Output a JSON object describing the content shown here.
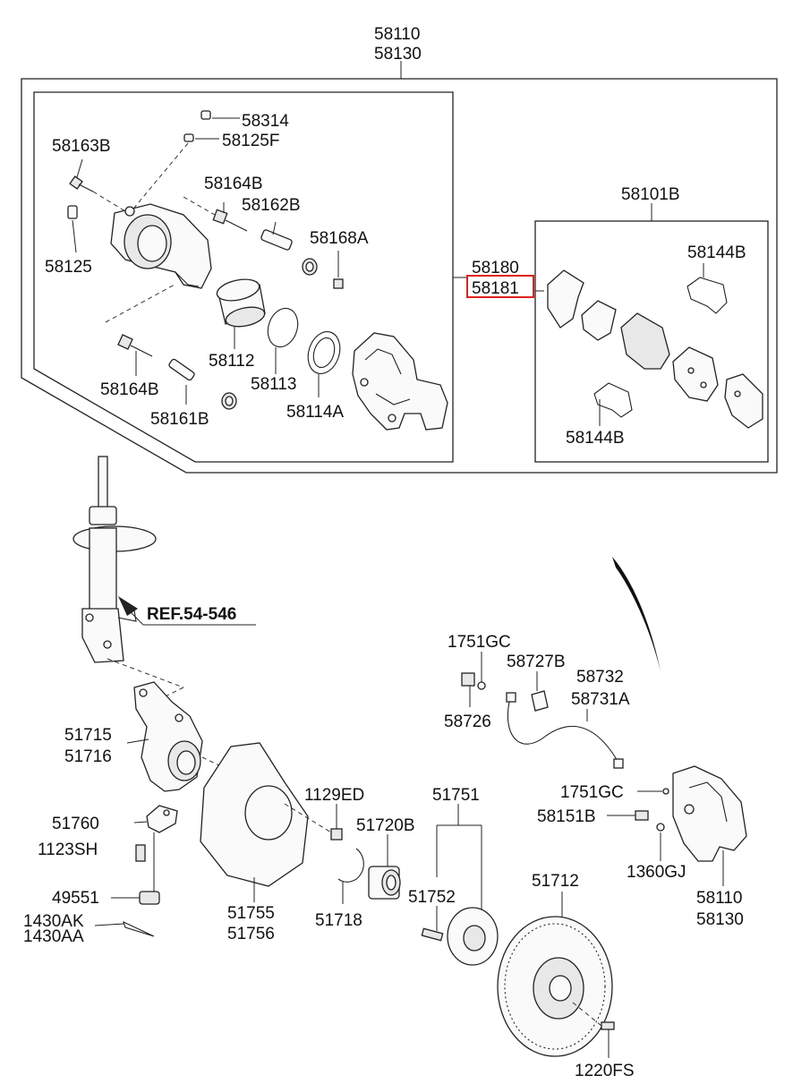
{
  "colors": {
    "highlight": "#e0201b",
    "ink": "#222222"
  },
  "labels": {
    "l58110_top": "58110",
    "l58130_top": "58130",
    "l58314": "58314",
    "l58125F": "58125F",
    "l58163B": "58163B",
    "l58164B_a": "58164B",
    "l58162B": "58162B",
    "l58168A": "58168A",
    "l58125": "58125",
    "l58180": "58180",
    "l58181": "58181",
    "l58112": "58112",
    "l58113": "58113",
    "l58114A": "58114A",
    "l58164B_b": "58164B",
    "l58161B": "58161B",
    "l58101B": "58101B",
    "l58144B_a": "58144B",
    "l58144B_b": "58144B",
    "ref": "REF.54-546",
    "l1751GC_a": "1751GC",
    "l58727B": "58727B",
    "l58732": "58732",
    "l58731A": "58731A",
    "l58726": "58726",
    "l51715": "51715",
    "l51716": "51716",
    "l1751GC_b": "1751GC",
    "l1129ED": "1129ED",
    "l51751": "51751",
    "l58151B": "58151B",
    "l51720B": "51720B",
    "l51760": "51760",
    "l1123SH": "1123SH",
    "l1360GJ": "1360GJ",
    "l49551": "49551",
    "l51752": "51752",
    "l51712": "51712",
    "l58110_bot": "58110",
    "l58130_bot": "58130",
    "l1430AK": "1430AK",
    "l1430AA": "1430AA",
    "l51755": "51755",
    "l51756": "51756",
    "l51718": "51718",
    "l1220FS": "1220FS"
  }
}
